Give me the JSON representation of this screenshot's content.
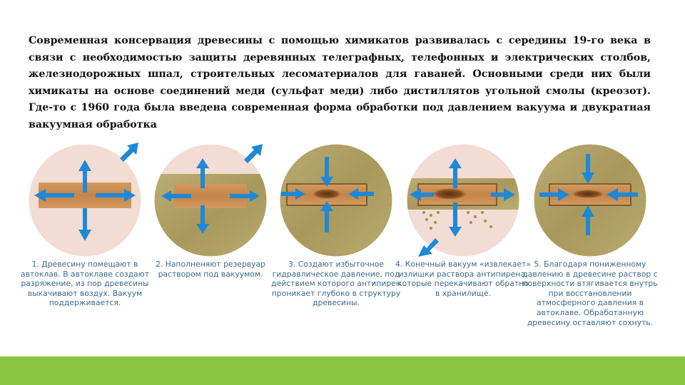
{
  "intro_text": "Современная консервация древесины с помощью химикатов развивалась с середины 19-го века в связи с необходимостью защиты деревянных телеграфных, телефонных и электрических столбов, железнодорожных шпал, строительных лесоматериалов для гаваней. Основными среди них были химикаты на основе соединений меди (сульфат меди) либо дистиллятов угольной смолы (креозот). Где-то с 1960 года была введена современная форма обработки под давлением вакуума и двукратная вакуумная обработка",
  "steps": [
    {
      "caption": "1. Древесину помещают в автоклав. В автоклаве создают разряжение, из пор древесины выкачивают воздух. Вакуум поддерживается."
    },
    {
      "caption": "2. Наполненяют резервуар раствором под вакуумом."
    },
    {
      "caption": "3. Создают избыточное гидравлическое давление, под действием которого антипирен проникает глубоко в структуру древесины."
    },
    {
      "caption": "4. Конечный вакуум «извлекает» излишки раствора антипирена, которые перекачивают обратно в хранилище."
    },
    {
      "caption": "5. Благодаря пониженному давлению в древесине раствор с поверхности втягивается внутрь при восстановлении атмосферного давления в автоклаве. Обработанную древесину оставляют сохнуть."
    }
  ],
  "colors": {
    "chamber_empty": "#f3dcd4",
    "solution": "#b5a56a",
    "wood": "#c98c52",
    "arrow": "#1e88d6",
    "caption_text": "#3c6b8c",
    "footer_bar": "#8bc43f"
  }
}
